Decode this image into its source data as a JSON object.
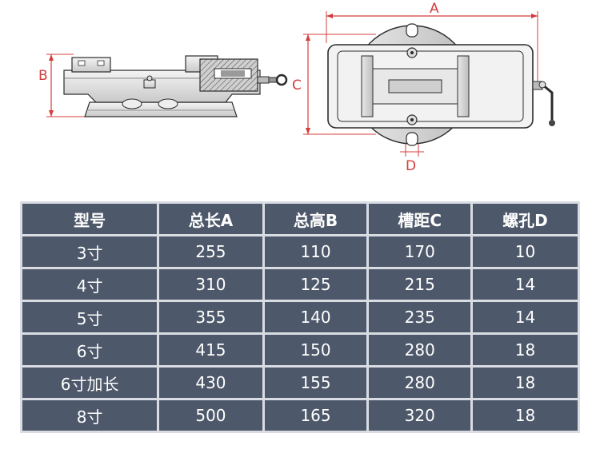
{
  "dimension_labels": {
    "a": "A",
    "b": "B",
    "c": "C",
    "d": "D"
  },
  "table": {
    "headers": [
      "型号",
      "总长A",
      "总高B",
      "槽距C",
      "螺孔D"
    ],
    "rows": [
      [
        "3寸",
        "255",
        "110",
        "170",
        "10"
      ],
      [
        "4寸",
        "310",
        "125",
        "215",
        "14"
      ],
      [
        "5寸",
        "355",
        "140",
        "235",
        "14"
      ],
      [
        "6寸",
        "415",
        "150",
        "280",
        "18"
      ],
      [
        "6寸加长",
        "430",
        "155",
        "280",
        "18"
      ],
      [
        "8寸",
        "500",
        "165",
        "320",
        "18"
      ]
    ]
  },
  "colors": {
    "header_bg": "#4d586a",
    "cell_bg": "#4d586a",
    "text": "#ffffff",
    "dimension_line": "#d43c3c",
    "drawing_line": "#2c2c2c"
  }
}
